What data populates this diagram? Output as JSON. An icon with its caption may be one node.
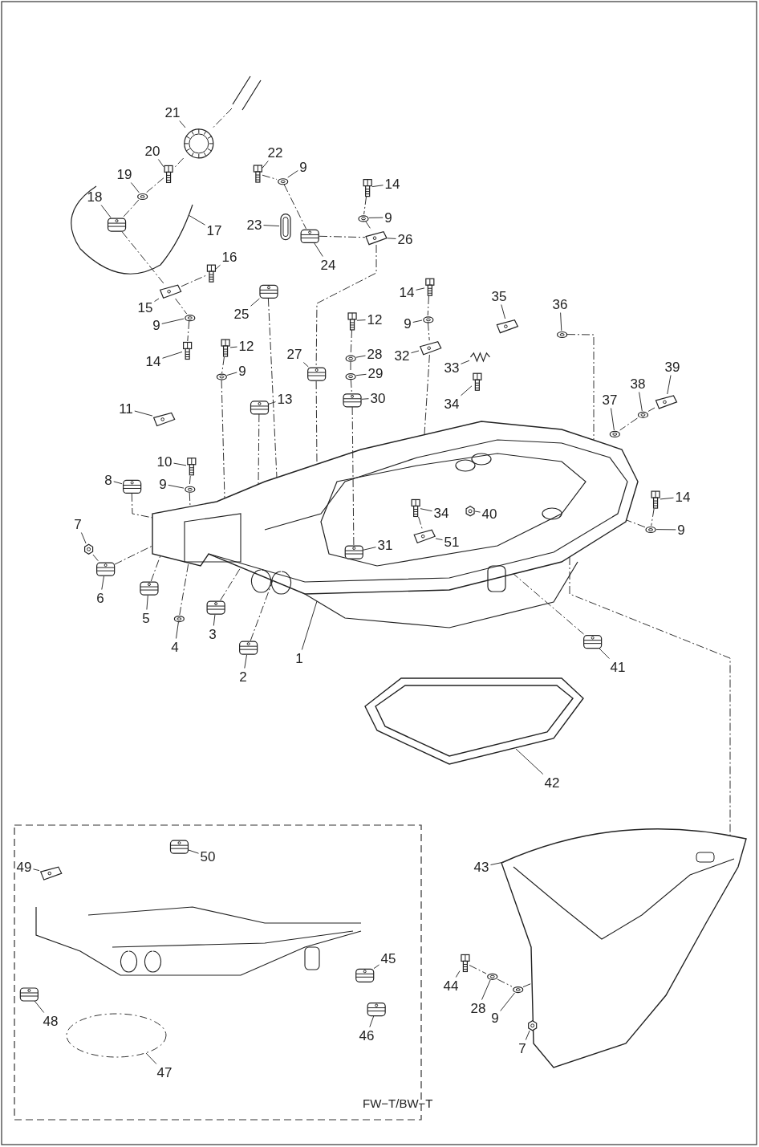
{
  "diagram": {
    "nodes": [
      {
        "text": [],
        "shape": "picture"
      },
      {
        "text": [],
        "shape": "picture"
      },
      {
        "text": [
          "21"
        ]
      },
      {
        "text": [
          "20"
        ]
      },
      {
        "text": [
          "19"
        ]
      },
      {
        "text": [
          "18"
        ],
        "in": 0
      },
      {
        "text": [
          "17"
        ]
      },
      {
        "text": [
          "22"
        ]
      },
      {
        "text": [
          "9"
        ]
      },
      {
        "text": [
          "14"
        ]
      },
      {
        "text": [
          "23"
        ]
      },
      {
        "text": [
          "9"
        ]
      },
      {
        "text": [
          "26"
        ]
      },
      {
        "text": [
          "24"
        ]
      },
      {
        "text": [
          "16"
        ]
      },
      {
        "text": [
          "25"
        ]
      },
      {
        "text": [
          "15"
        ]
      },
      {
        "text": [
          "9"
        ]
      },
      {
        "text": [
          "14"
        ]
      },
      {
        "text": [
          "12"
        ]
      },
      {
        "text": [
          "9"
        ]
      },
      {
        "text": [
          "14"
        ]
      },
      {
        "text": [
          "12"
        ]
      },
      {
        "text": [
          "35"
        ]
      },
      {
        "text": [
          "36"
        ]
      },
      {
        "text": [
          "27"
        ]
      },
      {
        "text": [
          "28"
        ]
      },
      {
        "text": [
          "32"
        ]
      },
      {
        "text": [
          "9"
        ]
      },
      {
        "text": [
          "33"
        ]
      },
      {
        "text": [
          "29"
        ]
      },
      {
        "text": [
          "39"
        ]
      },
      {
        "text": [
          "30"
        ]
      },
      {
        "text": [
          "34"
        ]
      },
      {
        "text": [
          "11"
        ]
      },
      {
        "text": [
          "13"
        ]
      },
      {
        "text": [
          "38"
        ]
      },
      {
        "text": [
          "37"
        ]
      },
      {
        "text": [
          "10"
        ]
      },
      {
        "text": [
          "8"
        ]
      },
      {
        "text": [
          "9"
        ]
      },
      {
        "text": [
          "14"
        ]
      },
      {
        "text": [
          "34"
        ],
        "in": 1
      },
      {
        "text": [
          "40"
        ],
        "in": 1
      },
      {
        "text": [
          "9"
        ]
      },
      {
        "text": [
          "7"
        ]
      },
      {
        "text": [
          "31"
        ],
        "in": 1
      },
      {
        "text": [
          "51"
        ],
        "in": 1
      },
      {
        "text": [
          "6"
        ]
      },
      {
        "text": [
          "5"
        ]
      },
      {
        "text": [
          "3"
        ]
      },
      {
        "text": [
          "4"
        ]
      },
      {
        "text": [
          "1"
        ]
      },
      {
        "text": [
          "41"
        ]
      },
      {
        "text": [
          "2"
        ]
      },
      {
        "text": [
          "42"
        ]
      },
      {
        "text": [
          "50"
        ]
      },
      {
        "text": [
          "49"
        ]
      },
      {
        "text": [
          "43"
        ]
      },
      {
        "text": [
          "45"
        ]
      },
      {
        "text": [
          "44"
        ]
      },
      {
        "text": [
          "28"
        ]
      },
      {
        "text": [
          "9"
        ]
      },
      {
        "text": [
          "48"
        ]
      },
      {
        "text": [
          "46"
        ]
      },
      {
        "text": [
          "7"
        ]
      },
      {
        "text": [
          "47"
        ]
      },
      {
        "text": [],
        "shape": "picture"
      },
      {
        "text": [],
        "shape": "picture"
      },
      {
        "text": [],
        "shape": "picture",
        "in": 0
      },
      {
        "text": [],
        "shape": "picture",
        "in": 0
      },
      {
        "text": [],
        "shape": "picture"
      },
      {
        "text": [],
        "shape": "picture"
      },
      {
        "text": [],
        "shape": "picture"
      },
      {
        "text": [],
        "shape": "picture"
      },
      {
        "text": [],
        "shape": "picture"
      },
      {
        "text": [],
        "shape": "picture"
      },
      {
        "text": [],
        "shape": "picture"
      },
      {
        "text": [],
        "shape": "picture"
      },
      {
        "text": [],
        "shape": "picture"
      },
      {
        "text": [],
        "shape": "picture"
      },
      {
        "text": [],
        "shape": "picture"
      },
      {
        "text": [],
        "shape": "picture"
      },
      {
        "text": [],
        "shape": "picture"
      },
      {
        "text": [],
        "shape": "picture"
      },
      {
        "text": [],
        "shape": "picture"
      },
      {
        "text": [],
        "shape": "picture"
      },
      {
        "text": [],
        "shape": "picture"
      },
      {
        "text": [],
        "shape": "picture"
      },
      {
        "text": [],
        "shape": "picture"
      },
      {
        "text": [],
        "shape": "picture"
      },
      {
        "text": [],
        "shape": "picture"
      },
      {
        "text": [],
        "shape": "picture"
      },
      {
        "text": [],
        "shape": "picture"
      },
      {
        "text": [],
        "shape": "picture"
      },
      {
        "text": [],
        "shape": "picture"
      },
      {
        "text": [],
        "shape": "picture"
      },
      {
        "text": [],
        "shape": "picture"
      },
      {
        "text": [],
        "shape": "picture"
      },
      {
        "text": [],
        "shape": "picture"
      },
      {
        "text": [],
        "shape": "picture"
      },
      {
        "text": [],
        "shape": "picture"
      },
      {
        "text": [],
        "shape": "picture"
      },
      {
        "text": [],
        "shape": "picture"
      },
      {
        "text": [],
        "shape": "picture"
      },
      {
        "text": [],
        "shape": "picture"
      },
      {
        "text": [],
        "shape": "picture",
        "in": 1
      },
      {
        "text": [],
        "shape": "picture",
        "in": 1
      },
      {
        "text": [],
        "shape": "picture"
      },
      {
        "text": [],
        "shape": "picture"
      },
      {
        "text": [],
        "shape": "picture",
        "in": 1
      },
      {
        "text": [],
        "shape": "picture",
        "in": 1
      },
      {
        "text": [],
        "shape": "picture"
      },
      {
        "text": [],
        "shape": "picture"
      },
      {
        "text": [],
        "shape": "picture"
      },
      {
        "text": [],
        "shape": "picture"
      },
      {
        "text": [],
        "shape": "picture"
      },
      {
        "text": [],
        "shape": "picture"
      },
      {
        "text": [],
        "shape": "picture"
      },
      {
        "text": [],
        "shape": "picture"
      },
      {
        "text": [],
        "shape": "picture"
      },
      {
        "text": [],
        "shape": "picture"
      },
      {
        "text": [],
        "shape": "picture"
      },
      {
        "text": [],
        "shape": "picture"
      },
      {
        "text": [],
        "shape": "picture"
      },
      {
        "text": [],
        "shape": "picture"
      },
      {
        "text": [],
        "shape": "picture"
      },
      {
        "text": [],
        "shape": "picture"
      },
      {
        "text": [],
        "shape": "picture"
      },
      {
        "text": [],
        "shape": "circle"
      },
      {
        "text": [],
        "shape": "picture"
      }
    ],
    "edges": [
      {
        "from": 2,
        "to": 67,
        "arrow": "none"
      },
      {
        "from": 3,
        "to": 68,
        "arrow": "none"
      },
      {
        "from": 4,
        "to": 69,
        "arrow": "none"
      },
      {
        "from": 5,
        "to": 70,
        "arrow": "none"
      },
      {
        "from": 6,
        "to": 0,
        "arrow": "none"
      },
      {
        "from": 7,
        "to": 71,
        "arrow": "none"
      },
      {
        "from": 8,
        "to": 72,
        "arrow": "none"
      },
      {
        "from": 9,
        "to": 73,
        "arrow": "none"
      },
      {
        "from": 10,
        "to": 74,
        "arrow": "none"
      },
      {
        "from": 11,
        "to": 75,
        "arrow": "none"
      },
      {
        "from": 12,
        "to": 76,
        "arrow": "none"
      },
      {
        "from": 13,
        "to": 77,
        "arrow": "none"
      },
      {
        "from": 14,
        "to": 78,
        "arrow": "none"
      },
      {
        "from": 15,
        "to": 79,
        "arrow": "none"
      },
      {
        "from": 16,
        "to": 80,
        "arrow": "none"
      },
      {
        "from": 17,
        "to": 81,
        "arrow": "none"
      },
      {
        "from": 18,
        "to": 82,
        "arrow": "none"
      },
      {
        "from": 19,
        "to": 83,
        "arrow": "none"
      },
      {
        "from": 20,
        "to": 84,
        "arrow": "none"
      },
      {
        "from": 21,
        "to": 85,
        "arrow": "none"
      },
      {
        "from": 22,
        "to": 86,
        "arrow": "none"
      },
      {
        "from": 23,
        "to": 87,
        "arrow": "none"
      },
      {
        "from": 24,
        "to": 88,
        "arrow": "none"
      },
      {
        "from": 25,
        "to": 89,
        "arrow": "none"
      },
      {
        "from": 26,
        "to": 90,
        "arrow": "none"
      },
      {
        "from": 27,
        "to": 91,
        "arrow": "none"
      },
      {
        "from": 28,
        "to": 92,
        "arrow": "none"
      },
      {
        "from": 29,
        "to": 93,
        "arrow": "none"
      },
      {
        "from": 30,
        "to": 94,
        "arrow": "none"
      },
      {
        "from": 31,
        "to": 95,
        "arrow": "none"
      },
      {
        "from": 32,
        "to": 96,
        "arrow": "none"
      },
      {
        "from": 33,
        "to": 97,
        "arrow": "none"
      },
      {
        "from": 34,
        "to": 98,
        "arrow": "none"
      },
      {
        "from": 35,
        "to": 99,
        "arrow": "none"
      },
      {
        "from": 36,
        "to": 100,
        "arrow": "none"
      },
      {
        "from": 37,
        "to": 101,
        "arrow": "none"
      },
      {
        "from": 38,
        "to": 102,
        "arrow": "none"
      },
      {
        "from": 39,
        "to": 103,
        "arrow": "none"
      },
      {
        "from": 40,
        "to": 104,
        "arrow": "none"
      },
      {
        "from": 41,
        "to": 105,
        "arrow": "none"
      },
      {
        "from": 42,
        "to": 106,
        "arrow": "none"
      },
      {
        "from": 43,
        "to": 107,
        "arrow": "none"
      },
      {
        "from": 44,
        "to": 108,
        "arrow": "none"
      },
      {
        "from": 45,
        "to": 109,
        "arrow": "none"
      },
      {
        "from": 46,
        "to": 110,
        "arrow": "none"
      },
      {
        "from": 47,
        "to": 111,
        "arrow": "none"
      },
      {
        "from": 48,
        "to": 112,
        "arrow": "none"
      },
      {
        "from": 49,
        "to": 113,
        "arrow": "none"
      },
      {
        "from": 50,
        "to": 114,
        "arrow": "none"
      },
      {
        "from": 51,
        "to": 115,
        "arrow": "none"
      },
      {
        "from": 52,
        "to": 1,
        "arrow": "none"
      },
      {
        "from": 53,
        "to": 116,
        "arrow": "none"
      },
      {
        "from": 54,
        "to": 117,
        "arrow": "none"
      },
      {
        "from": 55,
        "to": 127,
        "arrow": "none"
      },
      {
        "from": 56,
        "to": 118,
        "arrow": "none"
      },
      {
        "from": 57,
        "to": 119,
        "arrow": "none"
      },
      {
        "from": 58,
        "to": 128,
        "arrow": "none"
      },
      {
        "from": 59,
        "to": 120,
        "arrow": "none"
      },
      {
        "from": 60,
        "to": 121,
        "arrow": "none"
      },
      {
        "from": 61,
        "to": 122,
        "arrow": "none"
      },
      {
        "from": 62,
        "to": 123,
        "arrow": "none"
      },
      {
        "from": 63,
        "to": 124,
        "arrow": "none"
      },
      {
        "from": 64,
        "to": 125,
        "arrow": "none"
      },
      {
        "from": 65,
        "to": 126,
        "arrow": "none"
      },
      {
        "from": 66,
        "to": 129,
        "arrow": "none"
      },
      {
        "from": 130,
        "to": 67,
        "arrow": "none",
        "style": "dashed"
      },
      {
        "from": 67,
        "to": 68,
        "arrow": "none",
        "style": "dashed"
      },
      {
        "from": 68,
        "to": 69,
        "arrow": "none",
        "style": "dashed"
      },
      {
        "from": 69,
        "to": 70,
        "arrow": "none",
        "style": "dashed"
      },
      {
        "from": 70,
        "to": 80,
        "arrow": "none",
        "style": "dashed"
      },
      {
        "from": 80,
        "to": 78,
        "arrow": "none",
        "style": "dashed"
      },
      {
        "from": 71,
        "to": 72,
        "arrow": "none",
        "style": "dashed"
      },
      {
        "from": 72,
        "to": 77,
        "arrow": "none",
        "style": "dashed"
      },
      {
        "from": 77,
        "to": 76,
        "arrow": "none",
        "style": "dashed"
      },
      {
        "from": 73,
        "to": 75,
        "arrow": "none",
        "style": "dashed"
      },
      {
        "from": 75,
        "to": 76,
        "arrow": "none",
        "style": "dashed"
      },
      {
        "from": 76,
        "to": 89,
        "arrow": "none",
        "style": "dashed"
      },
      {
        "from": 80,
        "to": 81,
        "arrow": "none",
        "style": "dashed"
      },
      {
        "from": 81,
        "to": 85,
        "arrow": "none",
        "style": "dashed"
      },
      {
        "from": 79,
        "to": 1,
        "arrow": "none",
        "style": "dashed"
      },
      {
        "from": 86,
        "to": 92,
        "arrow": "none",
        "style": "dashed"
      },
      {
        "from": 92,
        "to": 1,
        "arrow": "none",
        "style": "dashed"
      },
      {
        "from": 83,
        "to": 90,
        "arrow": "none",
        "style": "dashed"
      },
      {
        "from": 90,
        "to": 94,
        "arrow": "none",
        "style": "dashed"
      },
      {
        "from": 94,
        "to": 96,
        "arrow": "none",
        "style": "dashed"
      },
      {
        "from": 96,
        "to": 110,
        "arrow": "none",
        "style": "dashed"
      },
      {
        "from": 82,
        "to": 84,
        "arrow": "none",
        "style": "dashed"
      },
      {
        "from": 84,
        "to": 91,
        "arrow": "none",
        "style": "dashed"
      },
      {
        "from": 91,
        "to": 1,
        "arrow": "none",
        "style": "dashed"
      },
      {
        "from": 88,
        "to": 1,
        "arrow": "none",
        "style": "dashed"
      },
      {
        "from": 95,
        "to": 100,
        "arrow": "none",
        "style": "dashed"
      },
      {
        "from": 100,
        "to": 101,
        "arrow": "none",
        "style": "dashed"
      },
      {
        "from": 99,
        "to": 1,
        "arrow": "none",
        "style": "dashed"
      },
      {
        "from": 89,
        "to": 1,
        "arrow": "none",
        "style": "dashed"
      },
      {
        "from": 102,
        "to": 104,
        "arrow": "none",
        "style": "dashed"
      },
      {
        "from": 104,
        "to": 1,
        "arrow": "none",
        "style": "dashed"
      },
      {
        "from": 103,
        "to": 1,
        "arrow": "none",
        "style": "dashed"
      },
      {
        "from": 105,
        "to": 108,
        "arrow": "none",
        "style": "dashed"
      },
      {
        "from": 108,
        "to": 1,
        "arrow": "none",
        "style": "dashed"
      },
      {
        "from": 106,
        "to": 111,
        "arrow": "none",
        "style": "dashed"
      },
      {
        "from": 109,
        "to": 112,
        "arrow": "none",
        "style": "dashed"
      },
      {
        "from": 112,
        "to": 1,
        "arrow": "none",
        "style": "dashed"
      },
      {
        "from": 113,
        "to": 1,
        "arrow": "none",
        "style": "dashed"
      },
      {
        "from": 115,
        "to": 1,
        "arrow": "none",
        "style": "dashed"
      },
      {
        "from": 114,
        "to": 1,
        "arrow": "none",
        "style": "dashed"
      },
      {
        "from": 117,
        "to": 1,
        "arrow": "none",
        "style": "dashed"
      },
      {
        "from": 116,
        "to": 1,
        "arrow": "none",
        "style": "dashed"
      },
      {
        "from": 1,
        "to": 128,
        "arrow": "none",
        "style": "dashed"
      },
      {
        "from": 121,
        "to": 122,
        "arrow": "none",
        "style": "dashed"
      },
      {
        "from": 122,
        "to": 123,
        "arrow": "none",
        "style": "dashed"
      },
      {
        "from": 123,
        "to": 128,
        "arrow": "none",
        "style": "dashed"
      }
    ],
    "labels": [
      "FW−T/BW−T"
    ]
  }
}
